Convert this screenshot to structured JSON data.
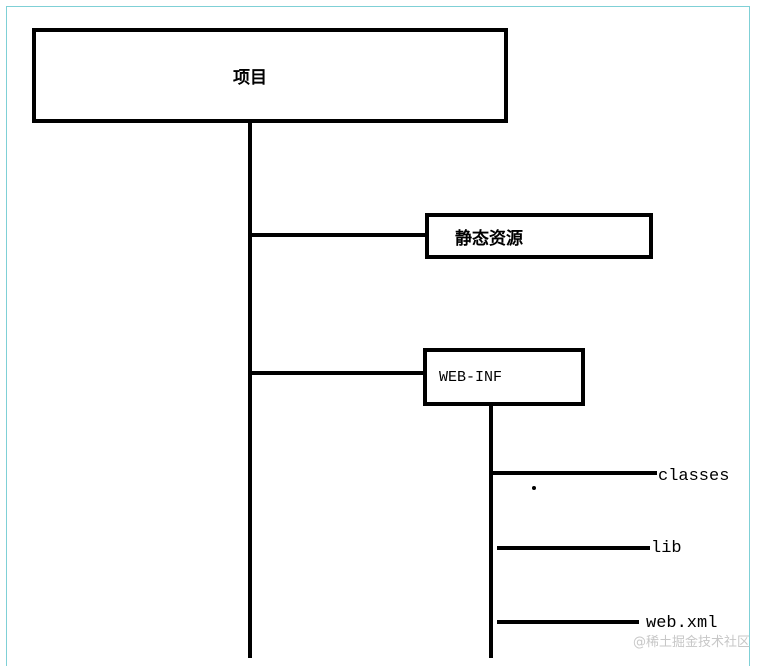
{
  "nodes": {
    "project": "项目",
    "static_resources": "静态资源",
    "web_inf": "WEB-INF",
    "classes": "classes",
    "lib": "lib",
    "web_xml": "web.xml"
  },
  "watermark": "@稀土掘金技术社区"
}
